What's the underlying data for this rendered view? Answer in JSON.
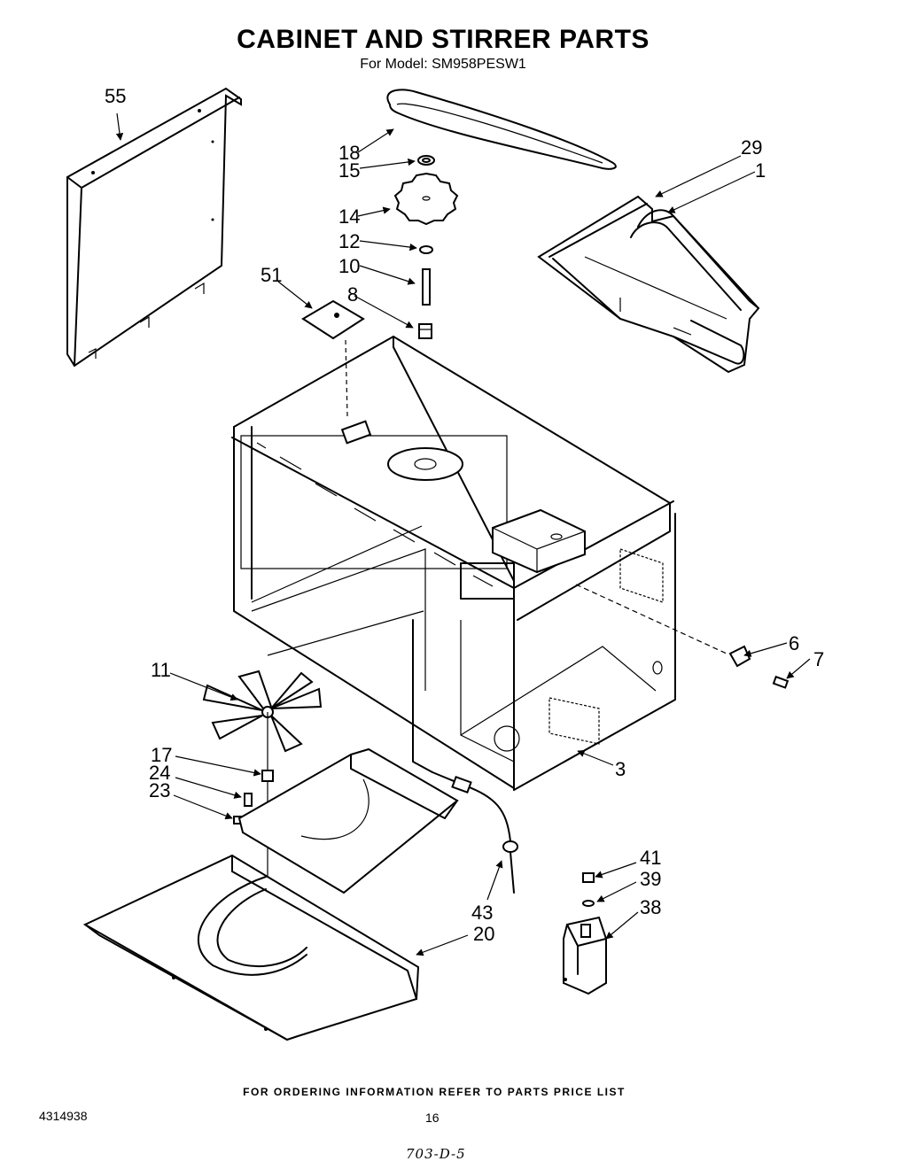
{
  "header": {
    "title": "CABINET AND STIRRER PARTS",
    "subtitle": "For Model: SM958PESW1"
  },
  "callouts": [
    "55",
    "18",
    "15",
    "14",
    "12",
    "10",
    "8",
    "51",
    "29",
    "1",
    "6",
    "7",
    "11",
    "3",
    "17",
    "24",
    "23",
    "43",
    "20",
    "41",
    "39",
    "38"
  ],
  "footer": {
    "note": "FOR ORDERING INFORMATION REFER TO PARTS PRICE LIST",
    "doc_number": "4314938",
    "page_number": "16",
    "handwritten": "703-D-5"
  }
}
